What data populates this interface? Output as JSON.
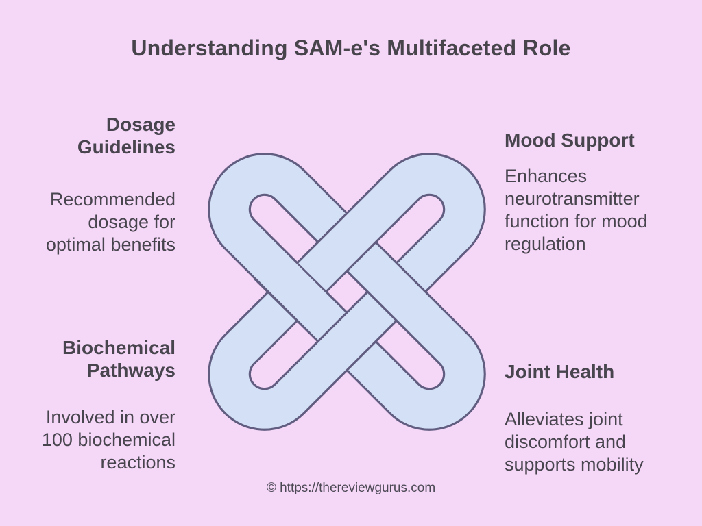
{
  "title": "Understanding SAM-e's Multifaceted Role",
  "sections": [
    {
      "id": "dosage-guidelines",
      "heading_lines": [
        "Dosage",
        "Guidelines"
      ],
      "body_lines": [
        "Recommended",
        "dosage for",
        "optimal benefits"
      ]
    },
    {
      "id": "mood-support",
      "heading_lines": [
        "Mood Support"
      ],
      "body_lines": [
        "Enhances",
        "neurotransmitter",
        "function for mood",
        "regulation"
      ]
    },
    {
      "id": "biochemical-pathways",
      "heading_lines": [
        "Biochemical",
        "Pathways"
      ],
      "body_lines": [
        "Involved in over",
        "100 biochemical",
        "reactions"
      ]
    },
    {
      "id": "joint-health",
      "heading_lines": [
        "Joint Health"
      ],
      "body_lines": [
        "Alleviates joint",
        "discomfort and",
        "supports mobility"
      ]
    }
  ],
  "footer": {
    "copyright": "© https://thereviewgurus.com"
  },
  "graphic": {
    "icon": "celtic-love-knot-icon"
  },
  "colors": {
    "background": "#f5d7f8",
    "knot_fill": "#d4e0f6",
    "knot_outline": "#615d80",
    "text": "#48454e"
  }
}
